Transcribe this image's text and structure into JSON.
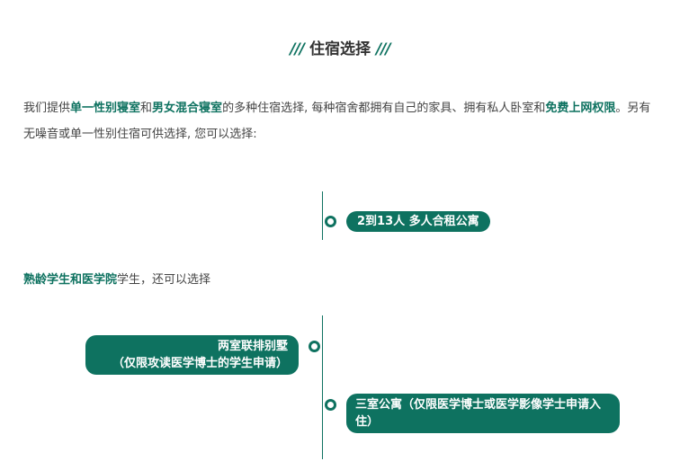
{
  "title": "住宿选择",
  "title_deco": "///",
  "intro": {
    "p1": "我们提供",
    "h1": "单一性别寝室",
    "p2": "和",
    "h2": "男女混合寝室",
    "p3": "的多种住宿选择, 每种宿舍都拥有自己的家具、拥有私人卧室和",
    "h3": "免费上网权限",
    "p4": "。另有无噪音或单一性别住宿可供选择, 您可以选择:"
  },
  "timeline1": {
    "items": [
      "2到13人 多人合租公寓"
    ]
  },
  "second": {
    "h1": "熟龄学生和医学院",
    "p1": "学生，还可以选择"
  },
  "timeline2": {
    "items": [
      "两室联排别墅\n（仅限攻读医学博士的学生申请）",
      "三室公寓（仅限医学博士或医学影像学士申请入住）"
    ]
  },
  "colors": {
    "accent": "#0e7260"
  }
}
